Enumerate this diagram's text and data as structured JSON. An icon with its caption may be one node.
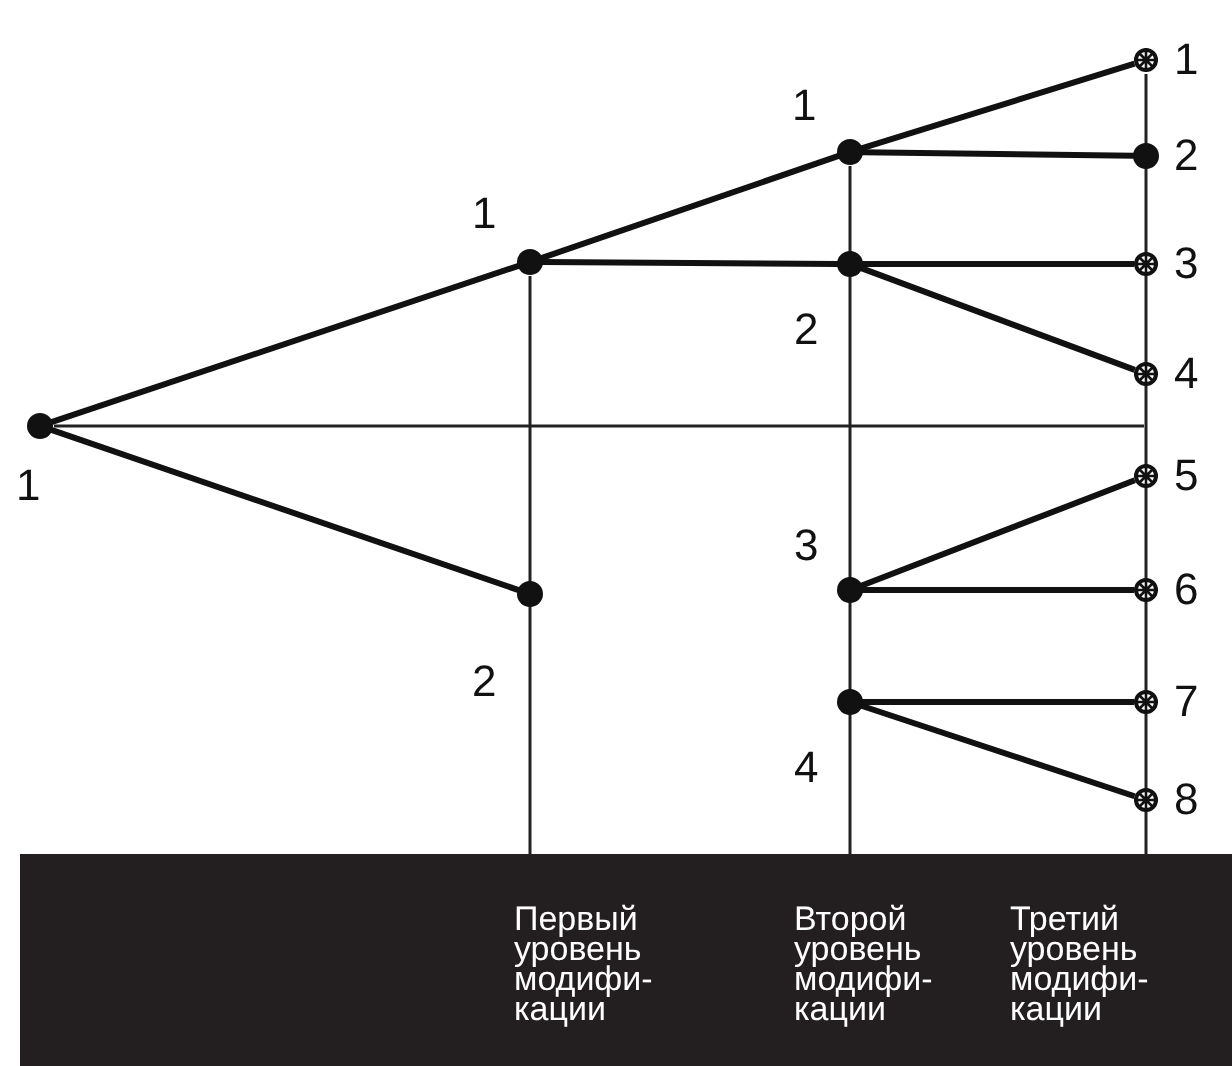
{
  "diagram": {
    "nodes": [
      {
        "text": [],
        "shape": "circle",
        "beside": [
          "1"
        ]
      },
      {
        "text": [],
        "shape": "circle",
        "beside": [
          "1"
        ]
      },
      {
        "text": [],
        "shape": "circle",
        "beside": [
          "2"
        ]
      },
      {
        "text": [],
        "shape": "circle",
        "beside": [
          "1"
        ]
      },
      {
        "text": [],
        "shape": "circle",
        "beside": [
          "2"
        ]
      },
      {
        "text": [],
        "shape": "circle",
        "beside": [
          "3"
        ]
      },
      {
        "text": [],
        "shape": "circle",
        "beside": [
          "4"
        ]
      },
      {
        "text": [],
        "shape": "asterisk",
        "beside": [
          "1"
        ]
      },
      {
        "text": [],
        "shape": "circle",
        "beside": [
          "2"
        ]
      },
      {
        "text": [],
        "shape": "asterisk",
        "beside": [
          "3"
        ]
      },
      {
        "text": [],
        "shape": "asterisk",
        "beside": [
          "4"
        ]
      },
      {
        "text": [],
        "shape": "asterisk",
        "beside": [
          "5"
        ]
      },
      {
        "text": [],
        "shape": "asterisk",
        "beside": [
          "6"
        ]
      },
      {
        "text": [],
        "shape": "asterisk",
        "beside": [
          "7"
        ]
      },
      {
        "text": [],
        "shape": "asterisk",
        "beside": [
          "8"
        ]
      }
    ],
    "edges": [
      {
        "from": 0,
        "to": 1,
        "arrow": "none"
      },
      {
        "from": 0,
        "to": 2,
        "arrow": "none"
      },
      {
        "from": 1,
        "to": 3,
        "arrow": "none"
      },
      {
        "from": 1,
        "to": 4,
        "arrow": "none"
      },
      {
        "from": 3,
        "to": 7,
        "arrow": "none"
      },
      {
        "from": 3,
        "to": 8,
        "arrow": "none"
      },
      {
        "from": 4,
        "to": 9,
        "arrow": "none"
      },
      {
        "from": 4,
        "to": 10,
        "arrow": "none"
      },
      {
        "from": 5,
        "to": 11,
        "arrow": "none"
      },
      {
        "from": 5,
        "to": 12,
        "arrow": "none"
      },
      {
        "from": 6,
        "to": 13,
        "arrow": "none"
      },
      {
        "from": 6,
        "to": 14,
        "arrow": "none"
      }
    ],
    "labels": [
      "Первый уровень модифи- кации",
      "Второй уровень модифи- кации",
      "Третий уровень модифи- кации"
    ]
  }
}
